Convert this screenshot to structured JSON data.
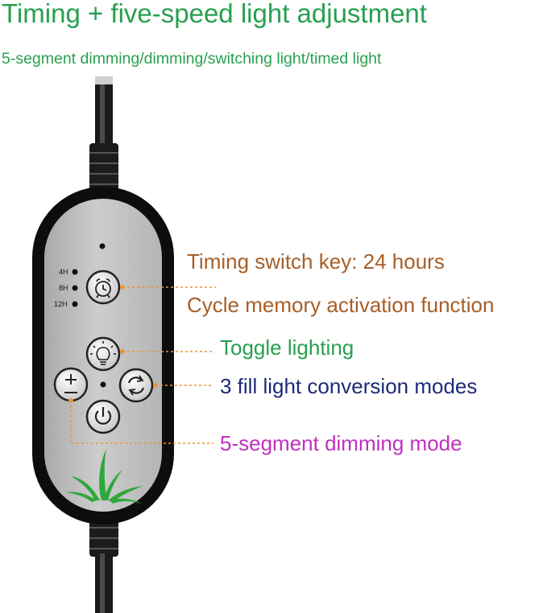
{
  "header": {
    "title": "Timing + five-speed light adjustment",
    "subtitle": "5-segment dimming/dimming/switching light/timed light"
  },
  "colors": {
    "title": "#28a050",
    "timing": "#a85e28",
    "toggle": "#28a050",
    "modes": "#1e2a78",
    "dimming": "#c030c0",
    "leader": "#e8963c",
    "leaf": "#2ea83a"
  },
  "controller": {
    "timer_labels": [
      "4H",
      "8H",
      "12H"
    ],
    "buttons": [
      {
        "icon": "alarm-clock-icon"
      },
      {
        "icon": "light-bulb-icon"
      },
      {
        "icon": "plus-minus-icon"
      },
      {
        "icon": "cycle-arrows-icon"
      },
      {
        "icon": "power-icon"
      }
    ]
  },
  "callouts": {
    "timing_key": "Timing switch key: 24 hours",
    "cycle_memory": "Cycle memory activation function",
    "toggle": "Toggle lighting",
    "modes": "3 fill light conversion modes",
    "dimming": "5-segment dimming mode"
  }
}
